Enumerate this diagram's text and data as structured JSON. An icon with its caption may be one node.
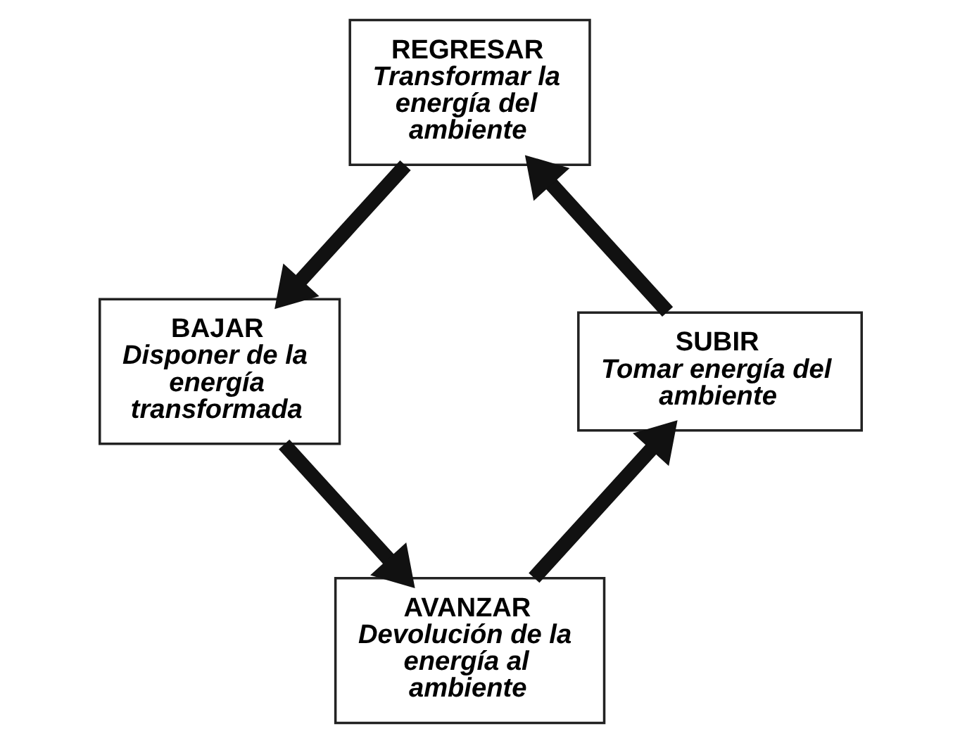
{
  "diagram": {
    "nodes": [
      {
        "text": [
          "REGRESAR",
          "Transformar la energía del ambiente"
        ]
      },
      {
        "text": [
          "BAJAR",
          "Disponer de la energía transformada"
        ]
      },
      {
        "text": [
          "SUBIR",
          "Tomar energía del ambiente"
        ]
      },
      {
        "text": [
          "AVANZAR",
          "Devolución de la energía al ambiente"
        ]
      }
    ],
    "edges": [
      {
        "from": 2,
        "to": 0,
        "arrow": "to"
      },
      {
        "from": 0,
        "to": 1,
        "arrow": "to"
      },
      {
        "from": 1,
        "to": 3,
        "arrow": "to"
      },
      {
        "from": 3,
        "to": 2,
        "arrow": "to"
      }
    ]
  }
}
